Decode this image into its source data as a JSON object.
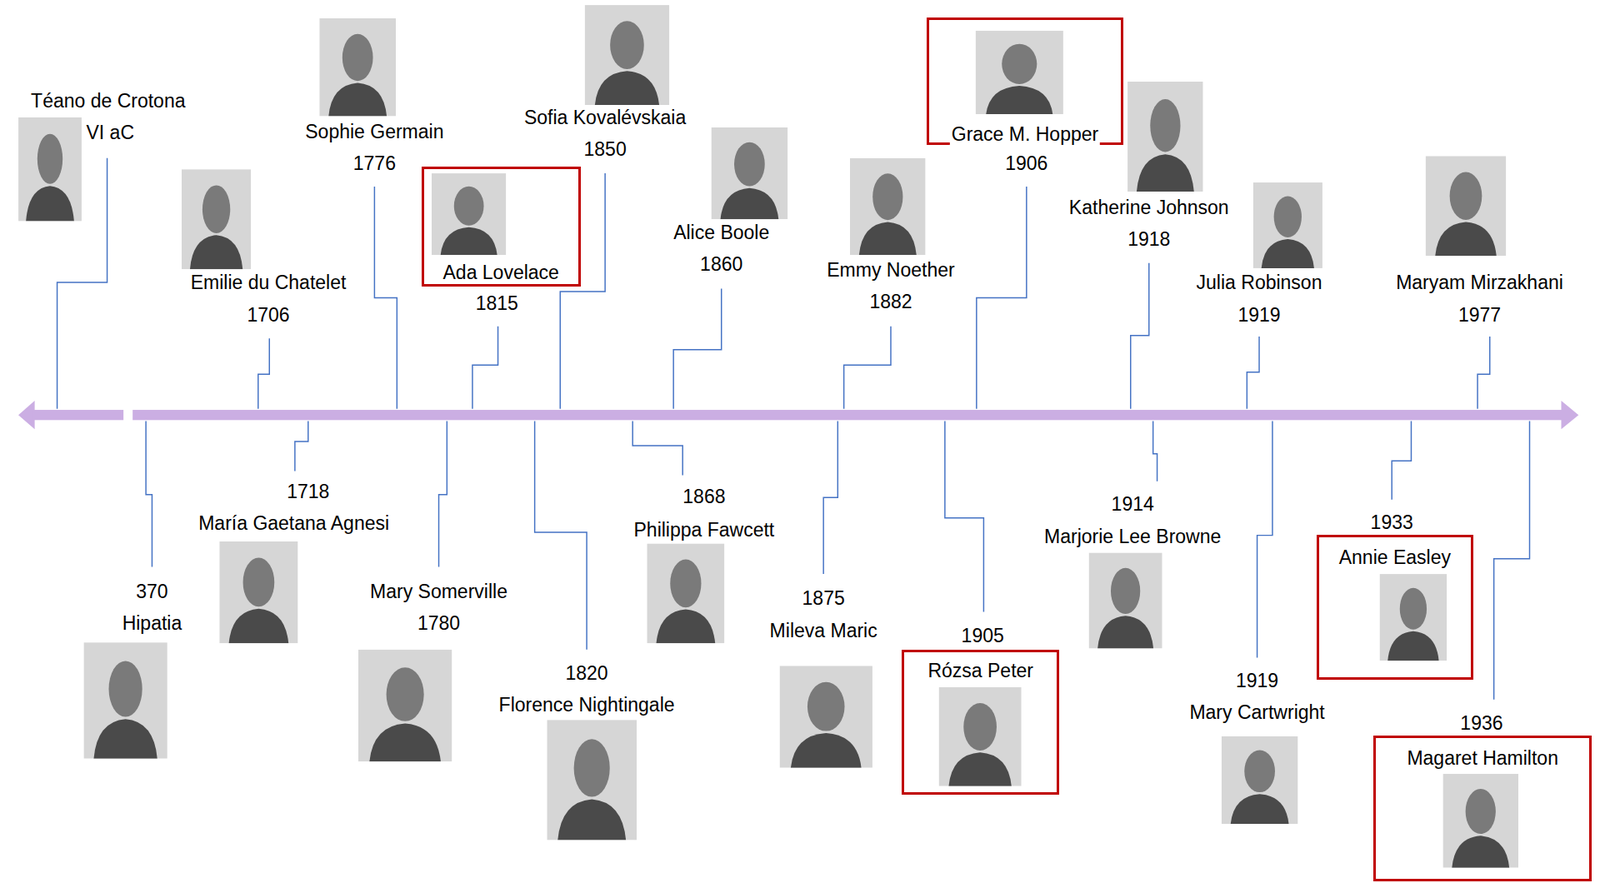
{
  "diagram": {
    "nodes": [
      {
        "text": [
          "Ada Lovelace"
        ]
      },
      {
        "text": [
          "Grace M. Hopper"
        ]
      },
      {
        "text": [
          "Rózsa Peter"
        ]
      },
      {
        "text": [
          "Annie Easley"
        ]
      },
      {
        "text": [
          "Magaret Hamilton"
        ]
      }
    ],
    "labels": [
      "Téano de Crotona",
      "VI aC",
      "Emilie du Chatelet",
      "1706",
      "Sophie Germain",
      "1776",
      "1815",
      "Sofia Kovalévskaia",
      "1850",
      "Alice Boole",
      "1860",
      "Emmy Noether",
      "1882",
      "1906",
      "Katherine Johnson",
      "1918",
      "Julia Robinson",
      "1919",
      "Maryam Mirzakhani",
      "1977",
      "370",
      "Hipatia",
      "1718",
      "María Gaetana Agnesi",
      "Mary Somerville",
      "1780",
      "1820",
      "Florence Nightingale",
      "1868",
      "Philippa Fawcett",
      "1875",
      "Mileva Maric",
      "1905",
      "1914",
      "Marjorie Lee Browne",
      "1919",
      "Mary Cartwright",
      "1933",
      "1936"
    ]
  }
}
